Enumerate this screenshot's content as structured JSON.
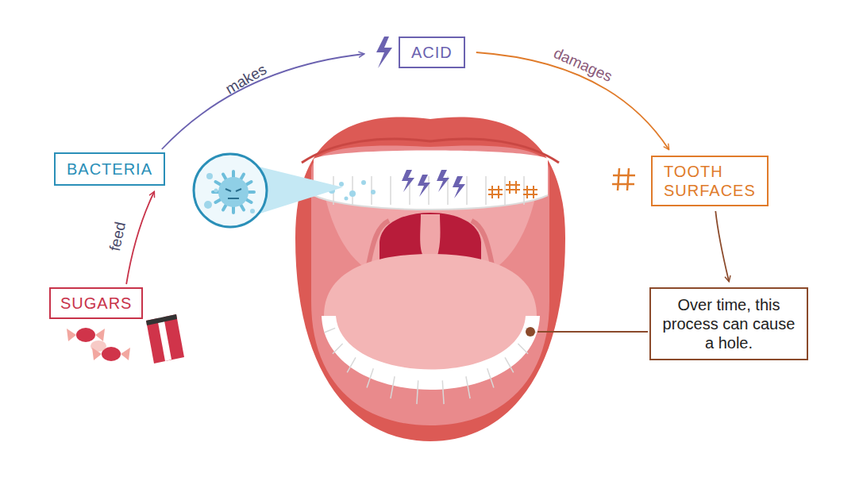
{
  "diagram": {
    "nodes": [
      {
        "text": [
          "SUGARS"
        ]
      },
      {
        "text": [
          "BACTERIA"
        ]
      },
      {
        "text": [
          "ACID"
        ]
      },
      {
        "text": [
          "TOOTH SURFACES"
        ]
      },
      {
        "text": [
          "Over time, this process can cause a hole."
        ]
      }
    ],
    "edges": [
      {
        "from": 0,
        "to": 1,
        "label": "feed",
        "arrow": "to"
      },
      {
        "from": 1,
        "to": 2,
        "label": "makes",
        "arrow": "to"
      },
      {
        "from": 2,
        "to": 3,
        "label": "damages",
        "arrow": "to"
      },
      {
        "from": 3,
        "to": 4,
        "arrow": "to"
      }
    ]
  }
}
